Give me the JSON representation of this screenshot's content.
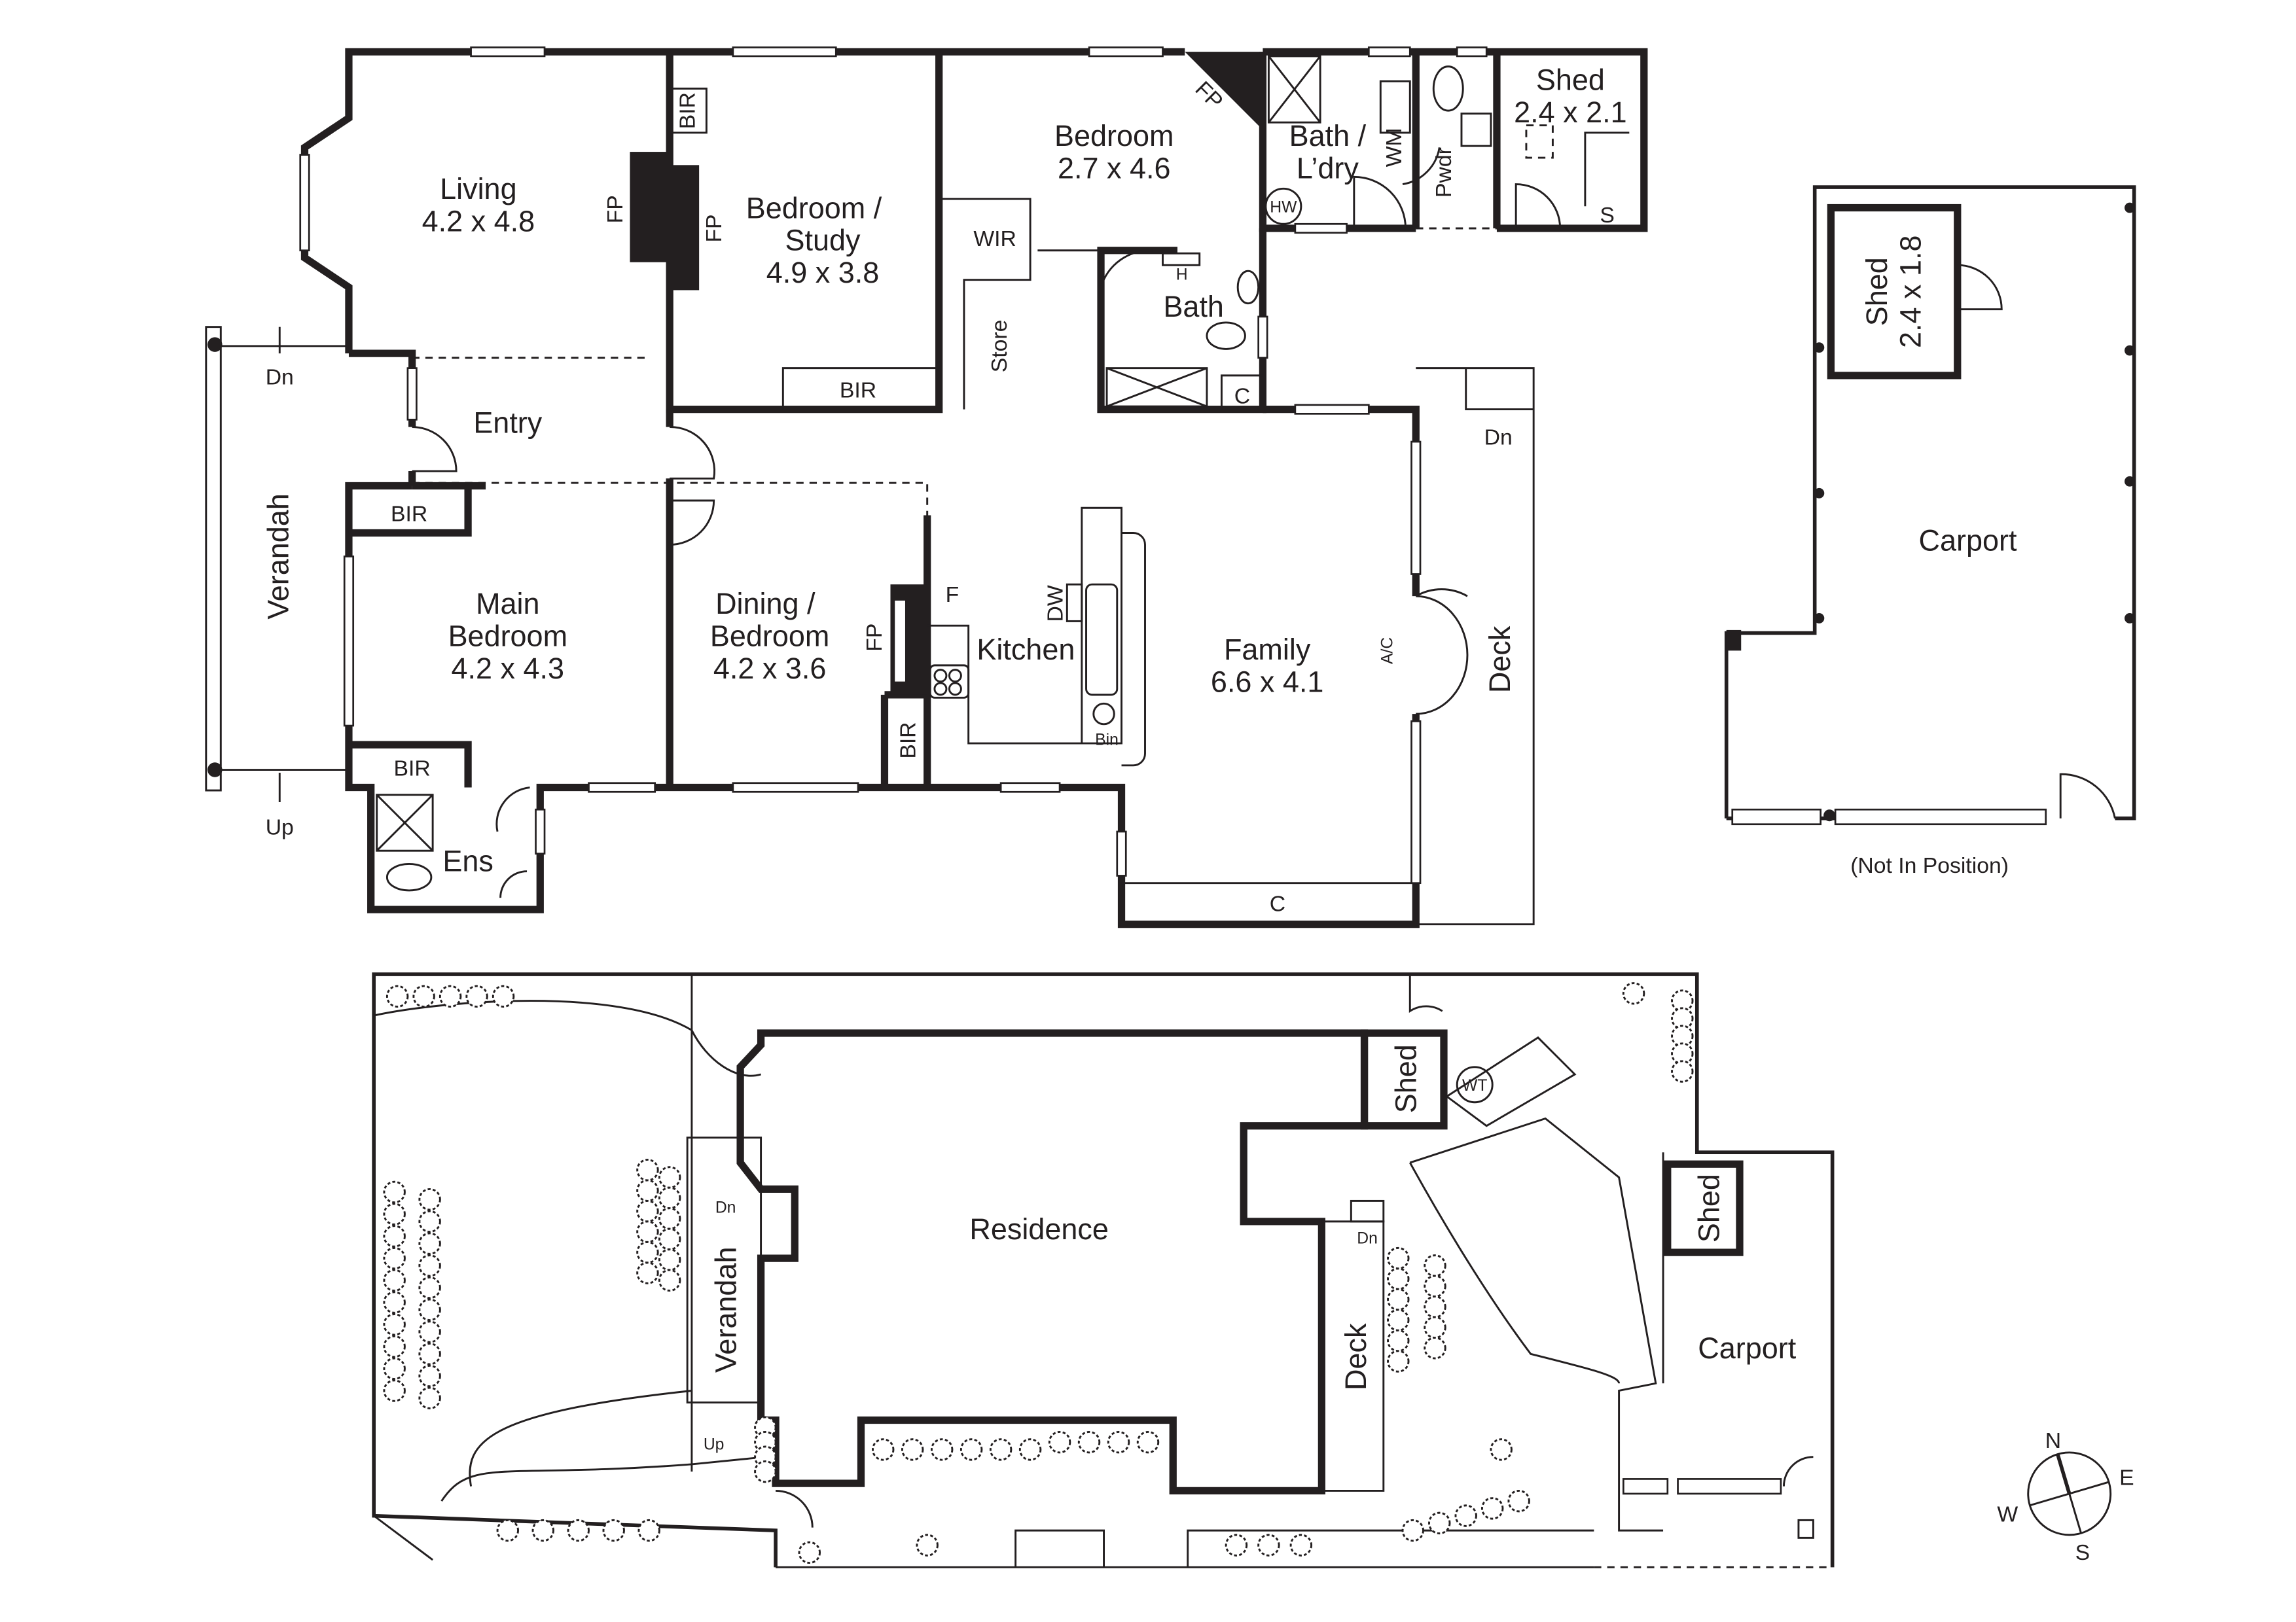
{
  "floor_plan": {
    "rooms": {
      "living": {
        "name": "Living",
        "dims": "4.2 x 4.8"
      },
      "bedroom_study": {
        "name1": "Bedroom /",
        "name2": "Study",
        "dims": "4.9 x 3.8"
      },
      "bedroom": {
        "name": "Bedroom",
        "dims": "2.7 x 4.6"
      },
      "bath_ldry": {
        "name1": "Bath /",
        "name2": "L’dry"
      },
      "shed": {
        "name": "Shed",
        "dims": "2.4 x 2.1"
      },
      "entry": {
        "name": "Entry"
      },
      "verandah": {
        "name": "Verandah"
      },
      "main_bedroom": {
        "name1": "Main",
        "name2": "Bedroom",
        "dims": "4.2 x 4.3"
      },
      "dining_bedroom": {
        "name1": "Dining /",
        "name2": "Bedroom",
        "dims": "4.2 x 3.6"
      },
      "kitchen": {
        "name": "Kitchen"
      },
      "family": {
        "name": "Family",
        "dims": "6.6 x 4.1"
      },
      "deck": {
        "name": "Deck"
      },
      "bath": {
        "name": "Bath"
      },
      "ens": {
        "name": "Ens"
      },
      "carport": {
        "name": "Carport",
        "note": "(Not In Position)"
      },
      "carport_shed": {
        "name": "Shed",
        "dims": "2.4 x 1.8"
      }
    },
    "fixtures": {
      "bir": "BIR",
      "fp": "FP",
      "wir": "WIR",
      "store": "Store",
      "hw": "HW",
      "wm": "WM",
      "pwdr": "Pwdr",
      "s": "S",
      "h": "H",
      "c": "C",
      "f": "F",
      "dw": "DW",
      "bin": "Bin",
      "ac": "A/C",
      "dn": "Dn",
      "up": "Up"
    }
  },
  "site_plan": {
    "residence": "Residence",
    "shed": "Shed",
    "wt": "WT",
    "verandah": "Verandah",
    "deck": "Deck",
    "carport": "Carport",
    "shed2": "Shed",
    "dn": "Dn",
    "up": "Up"
  },
  "compass": {
    "n": "N",
    "e": "E",
    "s": "S",
    "w": "W",
    "icon": "compass-icon"
  }
}
